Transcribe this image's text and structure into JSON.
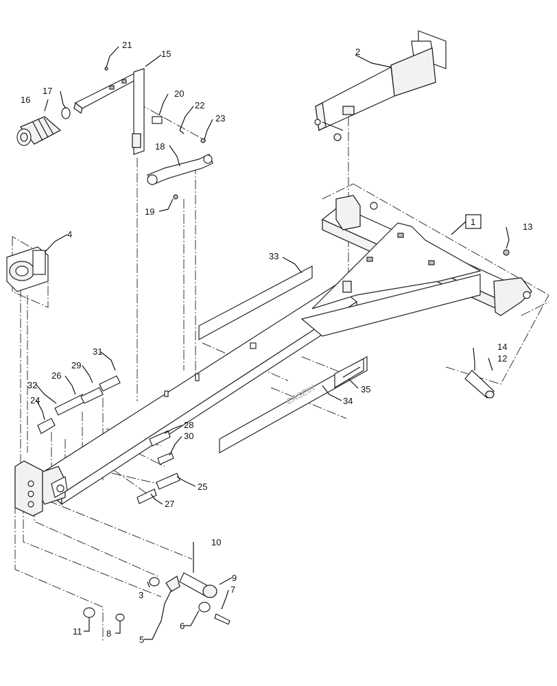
{
  "callouts": {
    "c1": "1",
    "c2": "2",
    "c3": "3",
    "c4": "4",
    "c5": "5",
    "c6": "6",
    "c7": "7",
    "c8": "8",
    "c9": "9",
    "c10": "10",
    "c11": "11",
    "c12": "12",
    "c13": "13",
    "c14": "14",
    "c15": "15",
    "c16": "16",
    "c17": "17",
    "c18": "18",
    "c19": "19",
    "c20": "20",
    "c21": "21",
    "c22": "22",
    "c23": "23",
    "c24": "24",
    "c25": "25",
    "c26": "26",
    "c27": "27",
    "c28": "28",
    "c29": "29",
    "c30": "30",
    "c31": "31",
    "c32": "32",
    "c33": "33",
    "c34": "34",
    "c35": "35"
  },
  "decal_brand": "CASEIH"
}
